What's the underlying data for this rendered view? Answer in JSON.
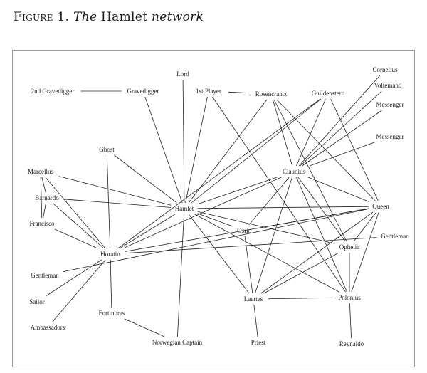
{
  "caption": {
    "label": "Figure 1.",
    "title_italic_1": "The",
    "title_plain": "Hamlet",
    "title_italic_2": "network"
  },
  "nodes": {
    "lord": "Lord",
    "second_gravedigger": "2nd Gravedigger",
    "gravedigger": "Gravedigger",
    "first_player": "1st Player",
    "rosencrantz": "Rosencrantz",
    "guildenstern": "Guildenstern",
    "cornelius": "Cornelius",
    "voltemand": "Voltemand",
    "messenger_1": "Messenger",
    "messenger_2": "Messenger",
    "ghost": "Ghost",
    "marcellus": "Marcellus",
    "claudius": "Claudius",
    "barnardo": "Barnardo",
    "hamlet": "Hamlet",
    "queen": "Queen",
    "francisco": "Francisco",
    "osric": "Osric",
    "gentleman_1": "Gentleman",
    "horatio": "Horatio",
    "ophelia": "Ophelia",
    "gentleman_2": "Gentleman",
    "sailor": "Sailor",
    "laertes": "Laertes",
    "polonius": "Polonius",
    "fortinbras": "Fortinbras",
    "ambassadors": "Ambassadors",
    "norwegian_captain": "Norwegian Captain",
    "priest": "Priest",
    "reynaldo": "Reynaldo"
  },
  "edges": [
    [
      "second_gravedigger",
      "gravedigger"
    ],
    [
      "first_player",
      "rosencrantz"
    ],
    [
      "hamlet",
      "lord"
    ],
    [
      "hamlet",
      "gravedigger"
    ],
    [
      "hamlet",
      "first_player"
    ],
    [
      "hamlet",
      "rosencrantz"
    ],
    [
      "hamlet",
      "guildenstern"
    ],
    [
      "hamlet",
      "ghost"
    ],
    [
      "hamlet",
      "marcellus"
    ],
    [
      "hamlet",
      "barnardo"
    ],
    [
      "hamlet",
      "claudius"
    ],
    [
      "hamlet",
      "queen"
    ],
    [
      "hamlet",
      "osric"
    ],
    [
      "hamlet",
      "horatio"
    ],
    [
      "hamlet",
      "ophelia"
    ],
    [
      "hamlet",
      "laertes"
    ],
    [
      "hamlet",
      "polonius"
    ],
    [
      "hamlet",
      "norwegian_captain"
    ],
    [
      "claudius",
      "cornelius"
    ],
    [
      "claudius",
      "voltemand"
    ],
    [
      "claudius",
      "messenger_1"
    ],
    [
      "claudius",
      "messenger_2"
    ],
    [
      "claudius",
      "rosencrantz"
    ],
    [
      "claudius",
      "guildenstern"
    ],
    [
      "claudius",
      "queen"
    ],
    [
      "claudius",
      "osric"
    ],
    [
      "claudius",
      "horatio"
    ],
    [
      "claudius",
      "ophelia"
    ],
    [
      "claudius",
      "laertes"
    ],
    [
      "claudius",
      "polonius"
    ],
    [
      "queen",
      "guildenstern"
    ],
    [
      "queen",
      "rosencrantz"
    ],
    [
      "queen",
      "horatio"
    ],
    [
      "queen",
      "osric"
    ],
    [
      "queen",
      "ophelia"
    ],
    [
      "queen",
      "laertes"
    ],
    [
      "queen",
      "polonius"
    ],
    [
      "queen",
      "gentleman_2"
    ],
    [
      "first_player",
      "polonius"
    ],
    [
      "rosencrantz",
      "ophelia"
    ],
    [
      "guildenstern",
      "horatio"
    ],
    [
      "marcellus",
      "barnardo"
    ],
    [
      "marcellus",
      "francisco"
    ],
    [
      "marcellus",
      "horatio"
    ],
    [
      "barnardo",
      "francisco"
    ],
    [
      "barnardo",
      "horatio"
    ],
    [
      "francisco",
      "horatio"
    ],
    [
      "ghost",
      "horatio"
    ],
    [
      "horatio",
      "gentleman_1"
    ],
    [
      "horatio",
      "sailor"
    ],
    [
      "horatio",
      "ambassadors"
    ],
    [
      "horatio",
      "fortinbras"
    ],
    [
      "fortinbras",
      "norwegian_captain"
    ],
    [
      "osric",
      "laertes"
    ],
    [
      "ophelia",
      "laertes"
    ],
    [
      "ophelia",
      "polonius"
    ],
    [
      "laertes",
      "polonius"
    ],
    [
      "laertes",
      "priest"
    ],
    [
      "polonius",
      "reynaldo"
    ]
  ]
}
